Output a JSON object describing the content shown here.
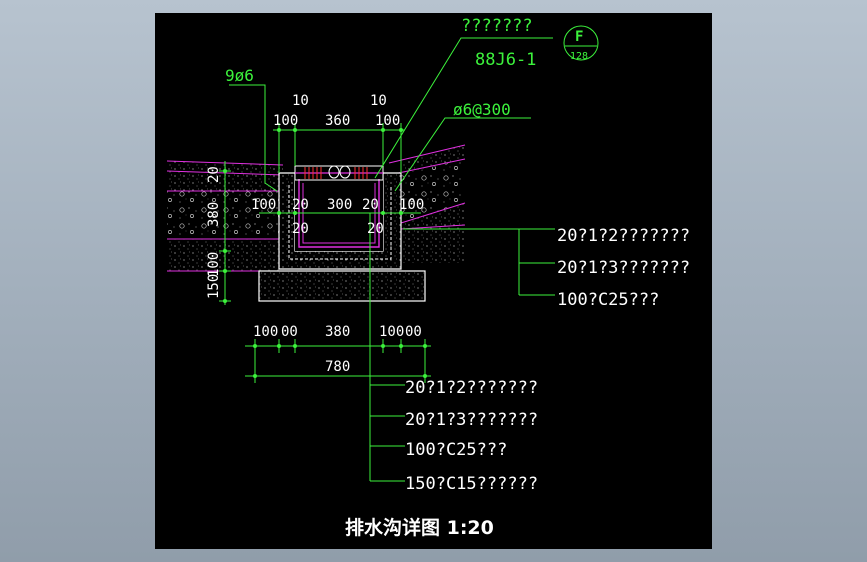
{
  "drawing": {
    "title": "排水沟详图 1:20",
    "callout_top": "???????",
    "callout_ref": "88J6-1",
    "badge_letter": "F",
    "badge_number": "128",
    "rebar_left": "9ø6",
    "rebar_right": "ø6@300",
    "top_dims": {
      "d10a": "10",
      "d10b": "10",
      "d100a": "100",
      "d360": "360",
      "d100b": "100"
    },
    "inner_dims": {
      "d100a": "100",
      "d20a": "20",
      "d300": "300",
      "d20b": "20",
      "d100b": "100",
      "d20c": "20",
      "d20d": "20"
    },
    "left_dims": {
      "d20": "20",
      "d380": "380",
      "d100": "100",
      "d150": "150"
    },
    "bottom_dims": {
      "d100a": "100",
      "d0a": "00",
      "d380": "380",
      "d100b": "100",
      "d0b": "00",
      "d780": "780"
    },
    "right_layers": [
      "20?1?2???????",
      "20?1?3???????",
      "100?C25???"
    ],
    "bottom_layers": [
      "20?1?2???????",
      "20?1?3???????",
      "100?C25???",
      "150?C15??????"
    ]
  },
  "colors": {
    "green": "#3cf23c",
    "magenta": "#e030e0",
    "white": "#ffffff",
    "red": "#ff3030",
    "canvas": "#000000"
  }
}
